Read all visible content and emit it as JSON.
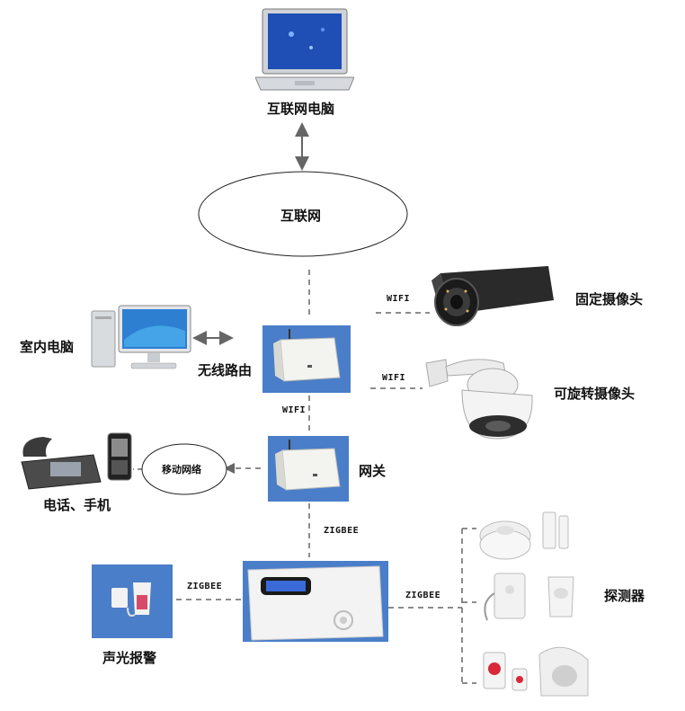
{
  "nodes": {
    "laptop": "互联网电脑",
    "internet": "互联网",
    "indoor_pc": "室内电脑",
    "router": "无线路由",
    "fixed_camera": "固定摄像头",
    "ptz_camera": "可旋转摄像头",
    "gateway": "网关",
    "mobile_network": "移动网络",
    "phone": "电话、手机",
    "alarm_panel": "",
    "siren": "声光报警",
    "detectors": "探测器"
  },
  "links": {
    "wifi_fixed": "WIFI",
    "wifi_ptz": "WIFI",
    "wifi_router_gateway": "WIFI",
    "zigbee_gateway_panel": "ZIGBEE",
    "zigbee_siren": "ZIGBEE",
    "zigbee_detectors": "ZIGBEE"
  },
  "colors": {
    "device_bg": "#4a7ec8",
    "line": "#666666",
    "panel_screen": "#3a6ad8"
  }
}
